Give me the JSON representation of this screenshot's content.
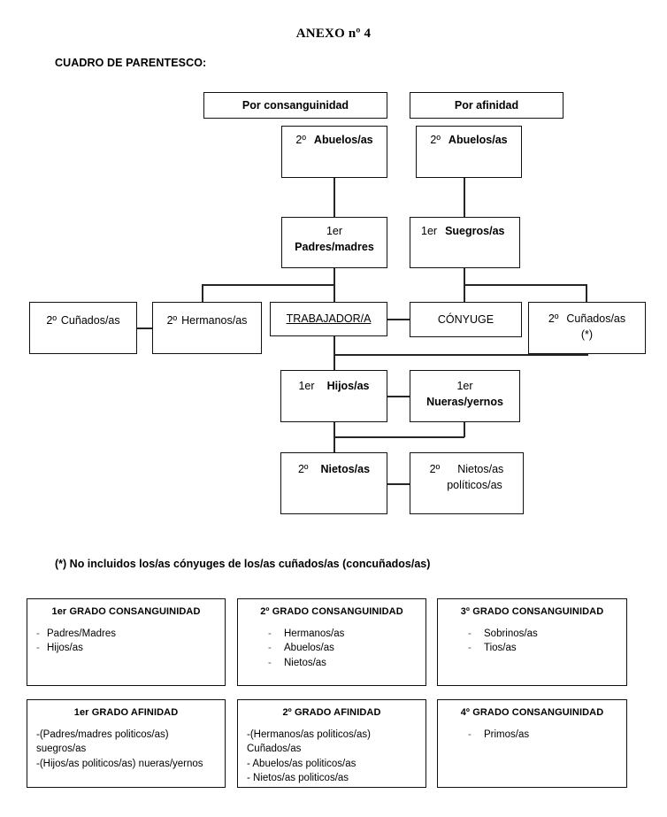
{
  "document": {
    "title": "ANEXO nº 4",
    "section_label": "CUADRO DE PARENTESCO:",
    "footnote": "(*) No incluidos los/as cónyuges de los/as cuñados/as (concuñados/as)"
  },
  "diagram": {
    "headers": {
      "consanguinidad": "Por consanguinidad",
      "afinidad": "Por afinidad"
    },
    "nodes": {
      "abuelos_cons": {
        "degree": "2º",
        "label": "Abuelos/as"
      },
      "abuelos_afin": {
        "degree": "2º",
        "label": "Abuelos/as"
      },
      "padres": {
        "degree": "1er",
        "label": "Padres/madres"
      },
      "suegros": {
        "degree": "1er",
        "label": "Suegros/as"
      },
      "cunados_izq": {
        "degree": "2º",
        "label": "Cuñados/as"
      },
      "hermanos": {
        "degree": "2º",
        "label": "Hermanos/as"
      },
      "trabajador": {
        "degree": "",
        "label": "TRABAJADOR/A"
      },
      "conyuge": {
        "degree": "",
        "label": "CÓNYUGE"
      },
      "cunados_der": {
        "degree": "2º",
        "label": "Cuñados/as",
        "note": "(*)"
      },
      "hijos": {
        "degree": "1er",
        "label": "Hijos/as"
      },
      "nueras": {
        "degree": "1er",
        "label": "Nueras/yernos"
      },
      "nietos": {
        "degree": "2º",
        "label": "Nietos/as"
      },
      "nietos_pol": {
        "degree": "2º",
        "label": "Nietos/as",
        "label2": "políticos/as"
      }
    }
  },
  "legend": {
    "row1": [
      {
        "title": "1er  GRADO CONSANGUINIDAD",
        "items": [
          "Padres/Madres",
          "Hijos/as"
        ],
        "style": "dash"
      },
      {
        "title": "2º  GRADO CONSANGUINIDAD",
        "items": [
          "Hermanos/as",
          "Abuelos/as",
          "Nietos/as"
        ],
        "style": "dash-indent"
      },
      {
        "title": "3º  GRADO CONSANGUINIDAD",
        "items": [
          "Sobrinos/as",
          "Tios/as"
        ],
        "style": "dash-indent"
      }
    ],
    "row2": [
      {
        "title": "1er  GRADO AFINIDAD",
        "items": [
          "-(Padres/madres politicos/as)",
          "suegros/as",
          "-(Hijos/as politicos/as) nueras/yernos"
        ],
        "style": "plain"
      },
      {
        "title": "2º  GRADO AFINIDAD",
        "items": [
          "-(Hermanos/as politicos/as)",
          "Cuñados/as",
          "- Abuelos/as politicos/as",
          "- Nietos/as politicos/as"
        ],
        "style": "plain"
      },
      {
        "title": "4º  GRADO CONSANGUINIDAD",
        "items": [
          "Primos/as"
        ],
        "style": "dash-indent"
      }
    ]
  },
  "colors": {
    "border": "#111111",
    "connector": "#262626",
    "background": "#ffffff",
    "text": "#000000"
  }
}
